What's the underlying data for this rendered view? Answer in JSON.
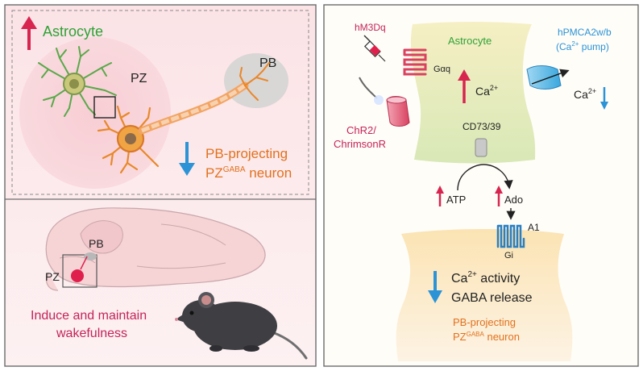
{
  "left_panel": {
    "astrocyte_label": "Astrocyte",
    "pz_label": "PZ",
    "pb_label": "PB",
    "neuron_label_line1": "PB-projecting",
    "neuron_label_pz": "PZ",
    "neuron_label_sup": "GABA",
    "neuron_label_rest": " neuron",
    "brain_pb_label": "PB",
    "brain_pz_label": "PZ",
    "outcome_line1": "Induce and maintain",
    "outcome_line2": "wakefulness"
  },
  "right_panel": {
    "hm3dq_label": "hM3Dq",
    "gaq_label": "Gαq",
    "astrocyte_label": "Astrocyte",
    "ca_label": "Ca",
    "ca_sup": "2+",
    "pump_label_line1": "hPMCA2w/b",
    "pump_label_line2_a": "(Ca",
    "pump_label_line2_sup": "2+",
    "pump_label_line2_b": " pump)",
    "ca_out_label": "Ca",
    "ca_out_sup": "2+",
    "chr2_line1": "ChR2/",
    "chr2_line2": "ChrimsonR",
    "cd73_label": "CD73/39",
    "atp_label": "ATP",
    "ado_label": "Ado",
    "a1_label": "A1",
    "gi_label": "Gi",
    "neuron_ca_a": "Ca",
    "neuron_ca_sup": "2+",
    "neuron_ca_b": " activity",
    "gaba_release": "GABA release",
    "neuron_label_line1": "PB-projecting",
    "neuron_label_pz": "PZ",
    "neuron_label_sup": "GABA",
    "neuron_label_rest": " neuron"
  },
  "colors": {
    "increase_arrow": "#d7254f",
    "decrease_arrow": "#2b93d6",
    "astrocyte_text": "#2fa236",
    "neuron_text": "#e2711d",
    "outcome_text": "#c3245a",
    "pump_text": "#2b93d6"
  }
}
